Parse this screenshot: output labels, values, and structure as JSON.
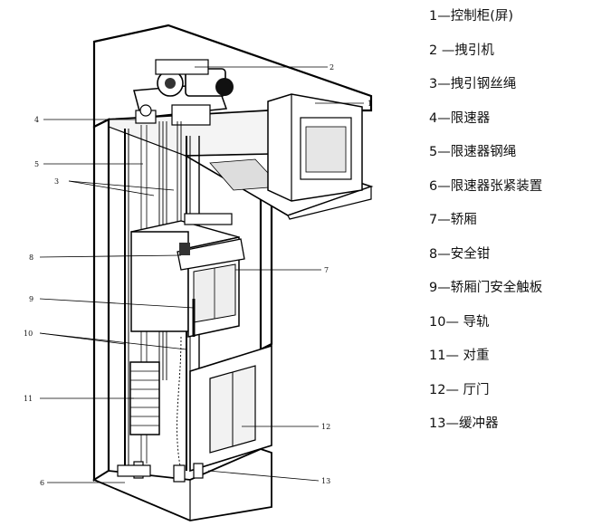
{
  "callouts": [
    "1",
    "2",
    "3",
    "4",
    "5",
    "6",
    "7",
    "8",
    "9",
    "10",
    "11",
    "12",
    "13"
  ],
  "legend": [
    "1—控制柜(屏)",
    "2 —拽引机",
    "3—拽引钢丝绳",
    "4—限速器",
    "5—限速器钢绳",
    "6—限速器张紧装置",
    "7—轿厢",
    "8—安全钳",
    "9—轿厢门安全触板",
    "10— 导轨",
    "11— 对重",
    "12— 厅门",
    "13—缓冲器"
  ]
}
